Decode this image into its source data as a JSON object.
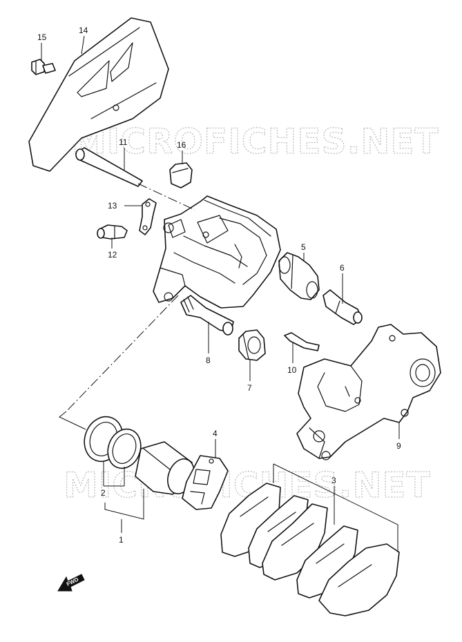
{
  "watermarks": [
    "MICROFICHES.NET",
    "MICROFICHES.NET"
  ],
  "direction_label": "FWD",
  "callouts": {
    "c1": "1",
    "c2": "2",
    "c3": "3",
    "c4": "4",
    "c5": "5",
    "c6": "6",
    "c7": "7",
    "c8": "8",
    "c9": "9",
    "c10": "10",
    "c11": "11",
    "c12": "12",
    "c13": "13",
    "c14": "14",
    "c15": "15",
    "c16": "16"
  },
  "colors": {
    "line": "#111111",
    "watermark": "#bdbdbd",
    "background": "#ffffff"
  },
  "icons": {
    "direction_arrow": "fwd-arrow-icon"
  }
}
